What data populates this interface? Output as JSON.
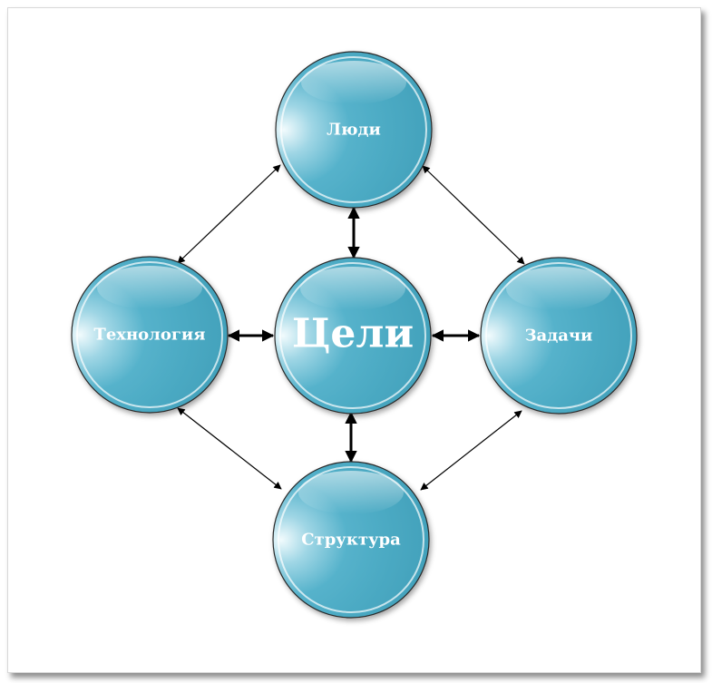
{
  "colors": {
    "circle_fill": "#4aa9c3",
    "circle_highlight": "#e8f6fa",
    "circle_edge": "#2f8aa3",
    "arrow": "#000000",
    "label": "#ffffff"
  },
  "nodes": {
    "center": {
      "label": "Цели"
    },
    "top": {
      "label": "Люди"
    },
    "left": {
      "label": "Технология"
    },
    "right": {
      "label": "Задачи"
    },
    "bottom": {
      "label": "Структура"
    }
  }
}
